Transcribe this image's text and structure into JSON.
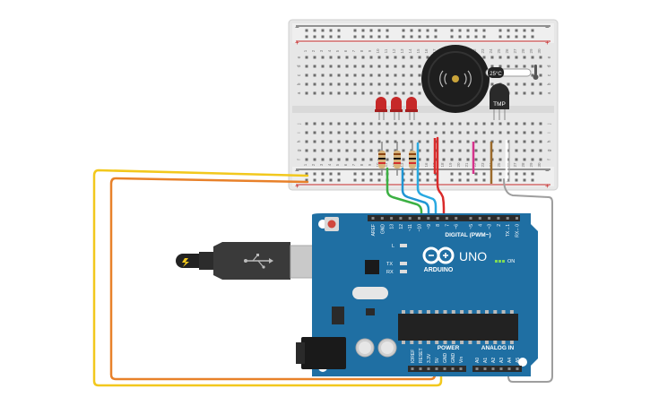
{
  "breadboard": {
    "column_numbers": [
      "1",
      "2",
      "3",
      "4",
      "5",
      "6",
      "7",
      "8",
      "9",
      "10",
      "11",
      "12",
      "13",
      "14",
      "15",
      "16",
      "17",
      "18",
      "19",
      "20",
      "21",
      "22",
      "23",
      "24",
      "25",
      "26",
      "27",
      "28",
      "29",
      "30"
    ],
    "row_letters_top": [
      "a",
      "b",
      "c",
      "d",
      "e"
    ],
    "row_letters_bottom": [
      "f",
      "g",
      "h",
      "i",
      "j"
    ],
    "rail_plus": "+",
    "rail_minus": "−"
  },
  "components": {
    "leds": [
      "red-led",
      "red-led",
      "red-led"
    ],
    "resistor_count": 3,
    "buzzer_icon": "buzzer-icon",
    "temperature_sensor": "TMP",
    "temp_readout": "25°C",
    "thermometer_icon": "thermometer-icon",
    "usb_plug_icon": "usb-plug-icon",
    "usb_symbol": "usb-symbol-icon"
  },
  "arduino": {
    "brand": "ARDUINO",
    "model": "UNO",
    "digital_header": "DIGITAL (PWM~)",
    "power_header": "POWER",
    "analog_header": "ANALOG IN",
    "on_label": "ON",
    "led_labels": [
      "L",
      "TX",
      "RX"
    ],
    "digital_pins": [
      "AREF",
      "GND",
      "13",
      "12",
      "~11",
      "~10",
      "~9",
      "8",
      "7",
      "~6",
      "~5",
      "4",
      "~3",
      "2",
      "TX→1",
      "RX←0"
    ],
    "power_pins": [
      "IOREF",
      "RESET",
      "3.3V",
      "5V",
      "GND",
      "GND",
      "Vin"
    ],
    "analog_pins": [
      "A0",
      "A1",
      "A2",
      "A3",
      "A4",
      "A5"
    ],
    "colors": {
      "board": "#1f6fa3",
      "board_dark": "#15598a",
      "header": "#2b2b2b"
    }
  },
  "wire_colors": {
    "yellow": "#f2c81d",
    "orange": "#e8812a",
    "green": "#3cb043",
    "blue": "#2196d3",
    "cyan": "#29a9e1",
    "red": "#d92b2b",
    "gray": "#9e9e9e",
    "magenta": "#d6338c",
    "brown": "#9b6a2b"
  }
}
